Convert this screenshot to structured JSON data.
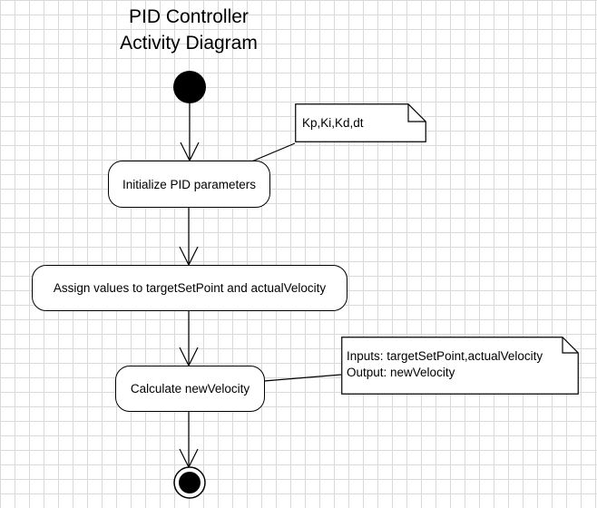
{
  "diagram": {
    "title_line1": "PID Controller",
    "title_line2": "Activity Diagram",
    "nodes": {
      "init": "Initialize PID parameters",
      "assign": "Assign values to targetSetPoint and actualVelocity",
      "calculate": "Calculate newVelocity"
    },
    "notes": {
      "params": "Kp,Ki,Kd,dt",
      "io_inputs": "Inputs: targetSetPoint,actualVelocity",
      "io_output": "Output: newVelocity"
    }
  }
}
